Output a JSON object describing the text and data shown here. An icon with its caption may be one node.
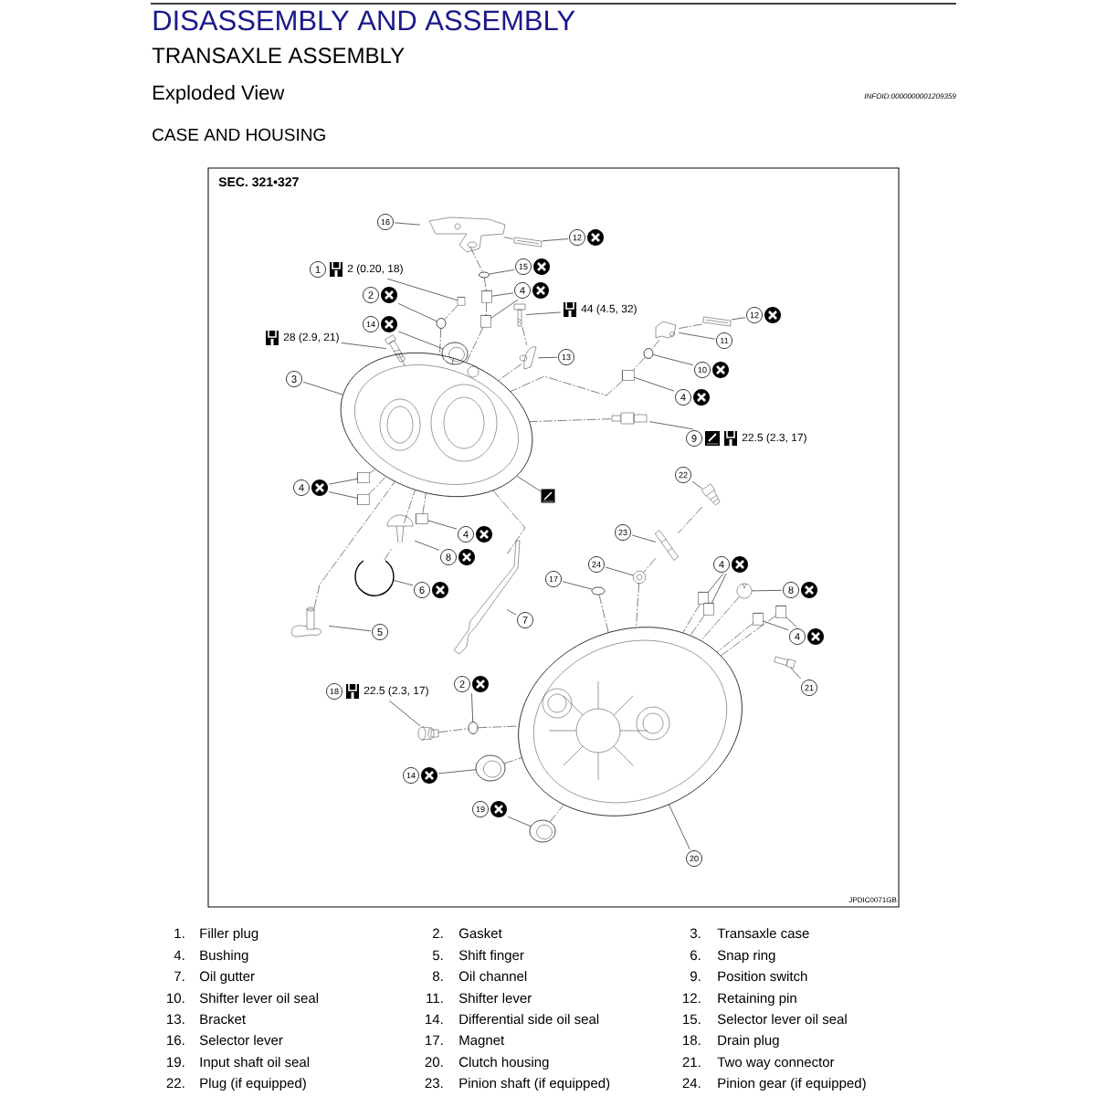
{
  "diagram": {
    "title": "DISASSEMBLY AND ASSEMBLY",
    "nodes": [
      {
        "text": [
          "16"
        ]
      },
      {
        "text": [],
        "shape": "picture"
      },
      {
        "text": [
          "12"
        ]
      },
      {
        "text": [],
        "shape": "picture"
      },
      {
        "text": [
          "1",
          "2 (0.20, 18)"
        ]
      },
      {
        "text": [],
        "shape": "cylinder"
      },
      {
        "text": [
          "15"
        ]
      },
      {
        "text": [],
        "shape": "circle"
      },
      {
        "text": [
          "2"
        ]
      },
      {
        "text": [],
        "shape": "circle"
      },
      {
        "text": [
          "4"
        ]
      },
      {
        "text": [],
        "shape": "cylinder"
      },
      {
        "text": [],
        "shape": "cylinder"
      },
      {
        "text": [
          "14"
        ]
      },
      {
        "text": [],
        "shape": "circle"
      },
      {
        "text": [
          "44 (4.5, 32)"
        ]
      },
      {
        "text": [],
        "shape": "picture"
      },
      {
        "text": [
          "28 (2.9, 21)"
        ]
      },
      {
        "text": [],
        "shape": "picture"
      },
      {
        "text": [
          "12"
        ]
      },
      {
        "text": [],
        "shape": "picture"
      },
      {
        "text": [
          "11"
        ]
      },
      {
        "text": [],
        "shape": "picture"
      },
      {
        "text": [
          "3"
        ]
      },
      {
        "text": [],
        "shape": "picture"
      },
      {
        "text": [
          "13"
        ]
      },
      {
        "text": [],
        "shape": "picture"
      },
      {
        "text": [
          "10"
        ]
      },
      {
        "text": [],
        "shape": "circle"
      },
      {
        "text": [
          "4"
        ]
      },
      {
        "text": [],
        "shape": "cylinder"
      },
      {
        "text": [
          "9",
          "22.5 (2.3, 17)"
        ]
      },
      {
        "text": [],
        "shape": "picture"
      },
      {
        "text": [],
        "shape": "picture"
      },
      {
        "text": [
          "22"
        ]
      },
      {
        "text": [],
        "shape": "picture"
      },
      {
        "text": [
          "4"
        ]
      },
      {
        "text": [],
        "shape": "cylinder"
      },
      {
        "text": [],
        "shape": "cylinder"
      },
      {
        "text": [
          "23"
        ]
      },
      {
        "text": [],
        "shape": "picture"
      },
      {
        "text": [
          "4"
        ]
      },
      {
        "text": [],
        "shape": "cylinder"
      },
      {
        "text": [
          "8"
        ]
      },
      {
        "text": [],
        "shape": "picture"
      },
      {
        "text": [
          "24"
        ]
      },
      {
        "text": [],
        "shape": "picture"
      },
      {
        "text": [
          "4"
        ]
      },
      {
        "text": [],
        "shape": "cylinder"
      },
      {
        "text": [],
        "shape": "cylinder"
      },
      {
        "text": [
          "17"
        ]
      },
      {
        "text": [],
        "shape": "circle"
      },
      {
        "text": [
          "8"
        ]
      },
      {
        "text": [],
        "shape": "picture"
      },
      {
        "text": [
          "6"
        ]
      },
      {
        "text": [],
        "shape": "circle"
      },
      {
        "text": [
          "7"
        ]
      },
      {
        "text": [],
        "shape": "picture"
      },
      {
        "text": [
          "4"
        ]
      },
      {
        "text": [],
        "shape": "cylinder"
      },
      {
        "text": [],
        "shape": "cylinder"
      },
      {
        "text": [
          "5"
        ]
      },
      {
        "text": [],
        "shape": "picture"
      },
      {
        "text": [
          "21"
        ]
      },
      {
        "text": [],
        "shape": "picture"
      },
      {
        "text": [
          "2"
        ]
      },
      {
        "text": [],
        "shape": "circle"
      },
      {
        "text": [
          "18",
          "22.5 (2.3, 17)"
        ]
      },
      {
        "text": [],
        "shape": "picture"
      },
      {
        "text": [
          "14"
        ]
      },
      {
        "text": [],
        "shape": "circle"
      },
      {
        "text": [
          "19"
        ]
      },
      {
        "text": [],
        "shape": "circle"
      },
      {
        "text": [
          "20"
        ]
      },
      {
        "text": [],
        "shape": "picture"
      }
    ],
    "edges": [
      {
        "from": 0,
        "to": 1,
        "arrow": "none"
      },
      {
        "from": 2,
        "to": 3,
        "arrow": "none"
      },
      {
        "from": 4,
        "to": 5,
        "arrow": "none"
      },
      {
        "from": 6,
        "to": 7,
        "arrow": "none"
      },
      {
        "from": 8,
        "to": 9,
        "arrow": "none"
      },
      {
        "from": 10,
        "to": 11,
        "arrow": "none"
      },
      {
        "from": 10,
        "to": 12,
        "arrow": "none"
      },
      {
        "from": 13,
        "to": 14,
        "arrow": "none"
      },
      {
        "from": 15,
        "to": 16,
        "arrow": "none"
      },
      {
        "from": 17,
        "to": 18,
        "arrow": "none"
      },
      {
        "from": 19,
        "to": 20,
        "arrow": "none"
      },
      {
        "from": 21,
        "to": 22,
        "arrow": "none"
      },
      {
        "from": 23,
        "to": 24,
        "arrow": "none"
      },
      {
        "from": 25,
        "to": 26,
        "arrow": "none"
      },
      {
        "from": 27,
        "to": 28,
        "arrow": "none"
      },
      {
        "from": 29,
        "to": 30,
        "arrow": "none"
      },
      {
        "from": 31,
        "to": 32,
        "arrow": "none"
      },
      {
        "from": 33,
        "to": 24,
        "arrow": "none"
      },
      {
        "from": 34,
        "to": 35,
        "arrow": "none"
      },
      {
        "from": 36,
        "to": 37,
        "arrow": "none"
      },
      {
        "from": 36,
        "to": 38,
        "arrow": "none"
      },
      {
        "from": 39,
        "to": 40,
        "arrow": "none"
      },
      {
        "from": 41,
        "to": 42,
        "arrow": "none"
      },
      {
        "from": 43,
        "to": 44,
        "arrow": "none"
      },
      {
        "from": 45,
        "to": 46,
        "arrow": "none"
      },
      {
        "from": 47,
        "to": 48,
        "arrow": "none"
      },
      {
        "from": 47,
        "to": 49,
        "arrow": "none"
      },
      {
        "from": 50,
        "to": 51,
        "arrow": "none"
      },
      {
        "from": 52,
        "to": 53,
        "arrow": "none"
      },
      {
        "from": 54,
        "to": 55,
        "arrow": "none"
      },
      {
        "from": 56,
        "to": 57,
        "arrow": "none"
      },
      {
        "from": 58,
        "to": 59,
        "arrow": "none"
      },
      {
        "from": 58,
        "to": 60,
        "arrow": "none"
      },
      {
        "from": 61,
        "to": 62,
        "arrow": "none"
      },
      {
        "from": 63,
        "to": 64,
        "arrow": "none"
      },
      {
        "from": 65,
        "to": 66,
        "arrow": "none"
      },
      {
        "from": 67,
        "to": 68,
        "arrow": "none"
      },
      {
        "from": 69,
        "to": 70,
        "arrow": "none"
      },
      {
        "from": 71,
        "to": 72,
        "arrow": "none"
      },
      {
        "from": 73,
        "to": 74,
        "arrow": "none"
      },
      {
        "from": 3,
        "to": 1,
        "arrow": "none",
        "style": "dashed"
      },
      {
        "from": 1,
        "to": 7,
        "arrow": "none",
        "style": "dashed"
      },
      {
        "from": 7,
        "to": 11,
        "arrow": "none",
        "style": "dashed"
      },
      {
        "from": 11,
        "to": 12,
        "arrow": "none",
        "style": "dashed"
      },
      {
        "from": 12,
        "to": 24,
        "arrow": "none",
        "style": "dashed"
      },
      {
        "from": 5,
        "to": 9,
        "arrow": "none",
        "style": "dashed"
      },
      {
        "from": 9,
        "to": 24,
        "arrow": "none",
        "style": "dashed"
      },
      {
        "from": 14,
        "to": 24,
        "arrow": "none",
        "style": "dashed"
      },
      {
        "from": 18,
        "to": 24,
        "arrow": "none",
        "style": "dashed"
      },
      {
        "from": 16,
        "to": 26,
        "arrow": "none",
        "style": "dashed"
      },
      {
        "from": 26,
        "to": 24,
        "arrow": "none",
        "style": "dashed"
      },
      {
        "from": 32,
        "to": 24,
        "arrow": "none",
        "style": "dashed"
      },
      {
        "from": 20,
        "to": 22,
        "arrow": "none",
        "style": "dashed"
      },
      {
        "from": 22,
        "to": 28,
        "arrow": "none",
        "style": "dashed"
      },
      {
        "from": 28,
        "to": 30,
        "arrow": "none",
        "style": "dashed"
      },
      {
        "from": 30,
        "to": 24,
        "arrow": "none",
        "style": "dashed"
      },
      {
        "from": 37,
        "to": 24,
        "arrow": "none",
        "style": "dashed"
      },
      {
        "from": 38,
        "to": 24,
        "arrow": "none",
        "style": "dashed"
      },
      {
        "from": 42,
        "to": 24,
        "arrow": "none",
        "style": "dashed"
      },
      {
        "from": 62,
        "to": 24,
        "arrow": "none",
        "style": "dashed"
      },
      {
        "from": 55,
        "to": 44,
        "arrow": "none",
        "style": "dashed"
      },
      {
        "from": 44,
        "to": 24,
        "arrow": "none",
        "style": "dashed"
      },
      {
        "from": 24,
        "to": 57,
        "arrow": "none",
        "style": "dashed"
      },
      {
        "from": 35,
        "to": 40,
        "arrow": "none",
        "style": "dashed"
      },
      {
        "from": 40,
        "to": 46,
        "arrow": "none",
        "style": "dashed"
      },
      {
        "from": 46,
        "to": 74,
        "arrow": "none",
        "style": "dashed"
      },
      {
        "from": 51,
        "to": 74,
        "arrow": "none",
        "style": "dashed"
      },
      {
        "from": 48,
        "to": 74,
        "arrow": "none",
        "style": "dashed"
      },
      {
        "from": 49,
        "to": 74,
        "arrow": "none",
        "style": "dashed"
      },
      {
        "from": 53,
        "to": 74,
        "arrow": "none",
        "style": "dashed"
      },
      {
        "from": 59,
        "to": 74,
        "arrow": "none",
        "style": "dashed"
      },
      {
        "from": 60,
        "to": 74,
        "arrow": "none",
        "style": "dashed"
      },
      {
        "from": 68,
        "to": 66,
        "arrow": "none",
        "style": "dashed"
      },
      {
        "from": 66,
        "to": 74,
        "arrow": "none",
        "style": "dashed"
      },
      {
        "from": 70,
        "to": 74,
        "arrow": "none",
        "style": "dashed"
      },
      {
        "from": 72,
        "to": 74,
        "arrow": "none",
        "style": "dashed"
      }
    ],
    "labels": [
      "TRANSAXLE ASSEMBLY",
      "Exploded View",
      "INFOID:0000000001209359",
      "CASE AND HOUSING",
      "SEC. 321•327",
      "JPDIC0071GB",
      "1.",
      "Filler plug",
      "2.",
      "Gasket",
      "3.",
      "Transaxle case",
      "4.",
      "Bushing",
      "5.",
      "Shift finger",
      "6.",
      "Snap ring",
      "7.",
      "Oil gutter",
      "8.",
      "Oil channel",
      "9.",
      "Position switch",
      "10.",
      "Shifter lever oil seal",
      "11.",
      "Shifter lever",
      "12.",
      "Retaining pin",
      "13.",
      "Bracket",
      "14.",
      "Differential side oil seal",
      "15.",
      "Selector lever oil seal",
      "16.",
      "Selector lever",
      "17.",
      "Magnet",
      "18.",
      "Drain plug",
      "19.",
      "Input shaft oil seal",
      "20.",
      "Clutch housing",
      "21.",
      "Two way connector",
      "22.",
      "Plug (if equipped)",
      "23.",
      "Pinion shaft (if equipped)",
      "24.",
      "Pinion gear (if equipped)"
    ]
  }
}
